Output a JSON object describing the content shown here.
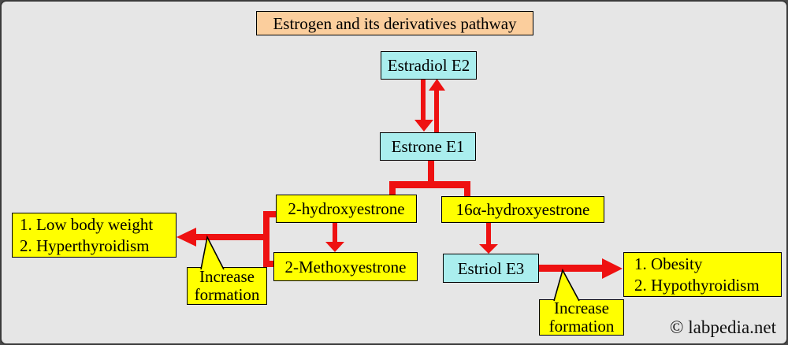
{
  "title": "Estrogen and its derivatives pathway",
  "colors": {
    "bg": "#e6e6e6",
    "frame": "#3b3b3b",
    "peach": "#fbce9d",
    "cyan": "#aaeeee",
    "yellow": "#ffff00",
    "red": "#ee1111"
  },
  "nodes": {
    "estradiol": "Estradiol E2",
    "estrone": "Estrone E1",
    "hydroxyestrone2": "2-hydroxyestrone",
    "hydroxyestrone16a": "16α-hydroxyestrone",
    "methoxyestrone2": "2-Methoxyestrone",
    "estriol": "Estriol E3"
  },
  "effects": {
    "left": {
      "lines": [
        "1. Low body weight",
        "2. Hyperthyroidism"
      ]
    },
    "right": {
      "lines": [
        "1. Obesity",
        "2. Hypothyroidism"
      ]
    }
  },
  "callouts": {
    "left": {
      "lines": [
        "Increase",
        "formation"
      ]
    },
    "right": {
      "lines": [
        "Increase",
        "formation"
      ]
    }
  },
  "watermark": "© labpedia.net",
  "icons": {
    "arrows": "red-flow-arrows",
    "copyright": "copyright-icon"
  }
}
